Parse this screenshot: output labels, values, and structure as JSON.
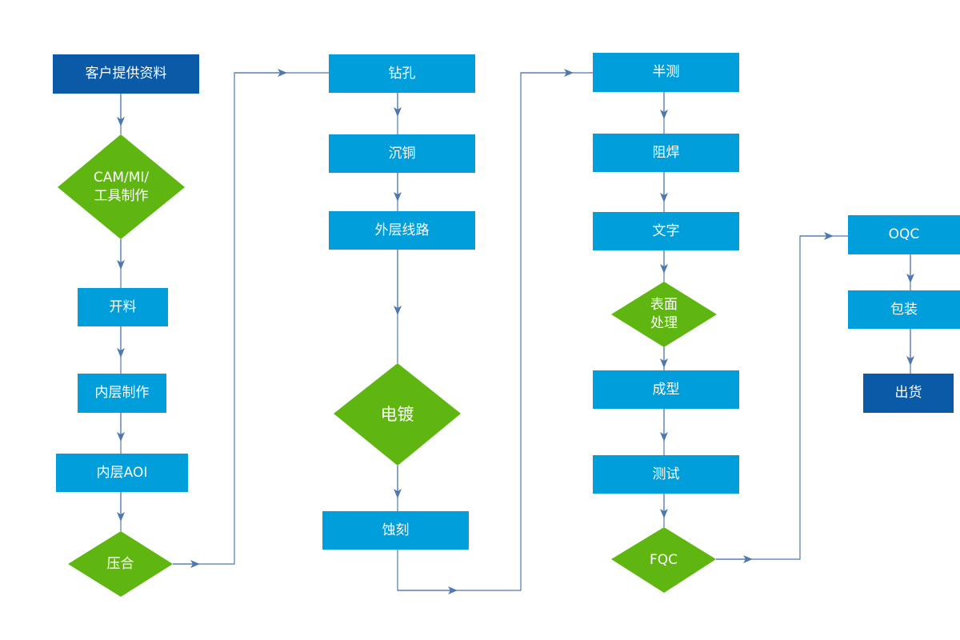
{
  "colors": {
    "process": "#009fdc",
    "terminal": "#0a5aa8",
    "decision": "#5fb610",
    "connector": "#4f78b0"
  },
  "nodes": {
    "customer_data": "客户提供资料",
    "cam_line1": "CAM/MI/",
    "cam_line2": "工具制作",
    "cutting": "开料",
    "inner_layer": "内层制作",
    "inner_aoi": "内层AOI",
    "lamination": "压合",
    "drilling": "钻孔",
    "pth": "沉铜",
    "outer_layer": "外层线路",
    "plating": "电镀",
    "etching": "蚀刻",
    "half_test": "半测",
    "solder_mask": "阻焊",
    "silkscreen": "文字",
    "surface_line1": "表面",
    "surface_line2": "处理",
    "routing": "成型",
    "testing": "测试",
    "fqc": "FQC",
    "oqc": "OQC",
    "packing": "包装",
    "shipping": "出货"
  }
}
